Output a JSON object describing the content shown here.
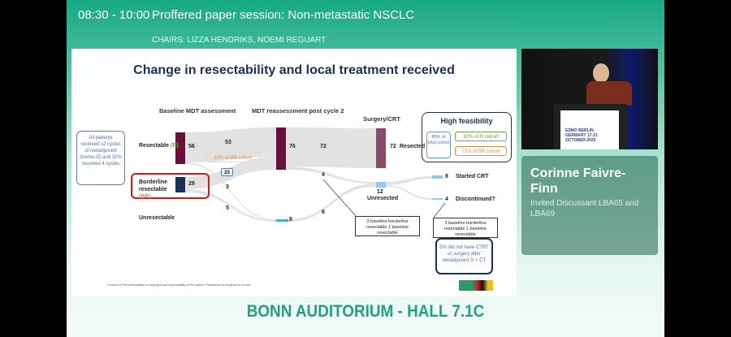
{
  "header": {
    "time": "08:30 - 10:00",
    "session": "Proffered paper session: Non-metastatic NSCLC",
    "chairs": "CHAIRS: LIZZA HENDRIKS, NOEMI REGUART"
  },
  "slide": {
    "title": "Change in resectability and local treatment received",
    "col_baseline": "Baseline MDT assessment",
    "col_reassess": "MDT reassessment post cycle 2",
    "col_surgery": "Surgery/CRT",
    "note": "All patients received ≥2 cycles of neoadjuvant chemo-IO and 32% received 4 cycles",
    "resectable": "Resectable",
    "resectable_tag": "(R)",
    "borderline": "Borderline resectable",
    "borderline_tag": "(BR)",
    "unresectable": "Unresectable",
    "n_r": "56",
    "n_br": "29",
    "n_53": "53",
    "n_23": "23",
    "n_3": "3",
    "n_5": "5",
    "n_76": "76",
    "n_unres_mid": "8",
    "n_72a": "72",
    "n_4": "4",
    "n_8": "8",
    "n_72b": "72",
    "resected": "Resected",
    "n_12": "12",
    "unresected": "Unresected",
    "n_crt": "8",
    "started_crt": "Started CRT",
    "n_disc": "4",
    "discontinued": "Discontinued?",
    "br_cohort_pct": "82% of BR cohort",
    "hf_title": "High feasibility",
    "hf_total": "85% of total cohort",
    "hf_r": "92% of R cohort",
    "hf_br": "71% of BR cohort",
    "callout1": "3 baseline borderline resectable 1 baseline resectable",
    "callout2": "3 baseline borderline resectable 1 baseline resectable",
    "no_treatment": "5% did not have CTRT or surgery after neoadjuvant D + CT",
    "copyright": "Content of this presentation is copyright and responsibility of the author. Permission is required for re-use.",
    "logo": "ESMO congress"
  },
  "speaker": {
    "name": "Corinne Faivre-Finn",
    "role": "Invited Discussant LBA65 and LBA69",
    "podium": "ESMO BERLIN GERMANY 17-21 OCTOBER 2025"
  },
  "footer": {
    "room": "BONN AUDITORIUM - HALL 7.1C"
  },
  "colors": {
    "brand": "#1fa37d",
    "maroon": "#6b0f3f",
    "navy": "#1c2f55",
    "flow": "#e2e2e2"
  }
}
